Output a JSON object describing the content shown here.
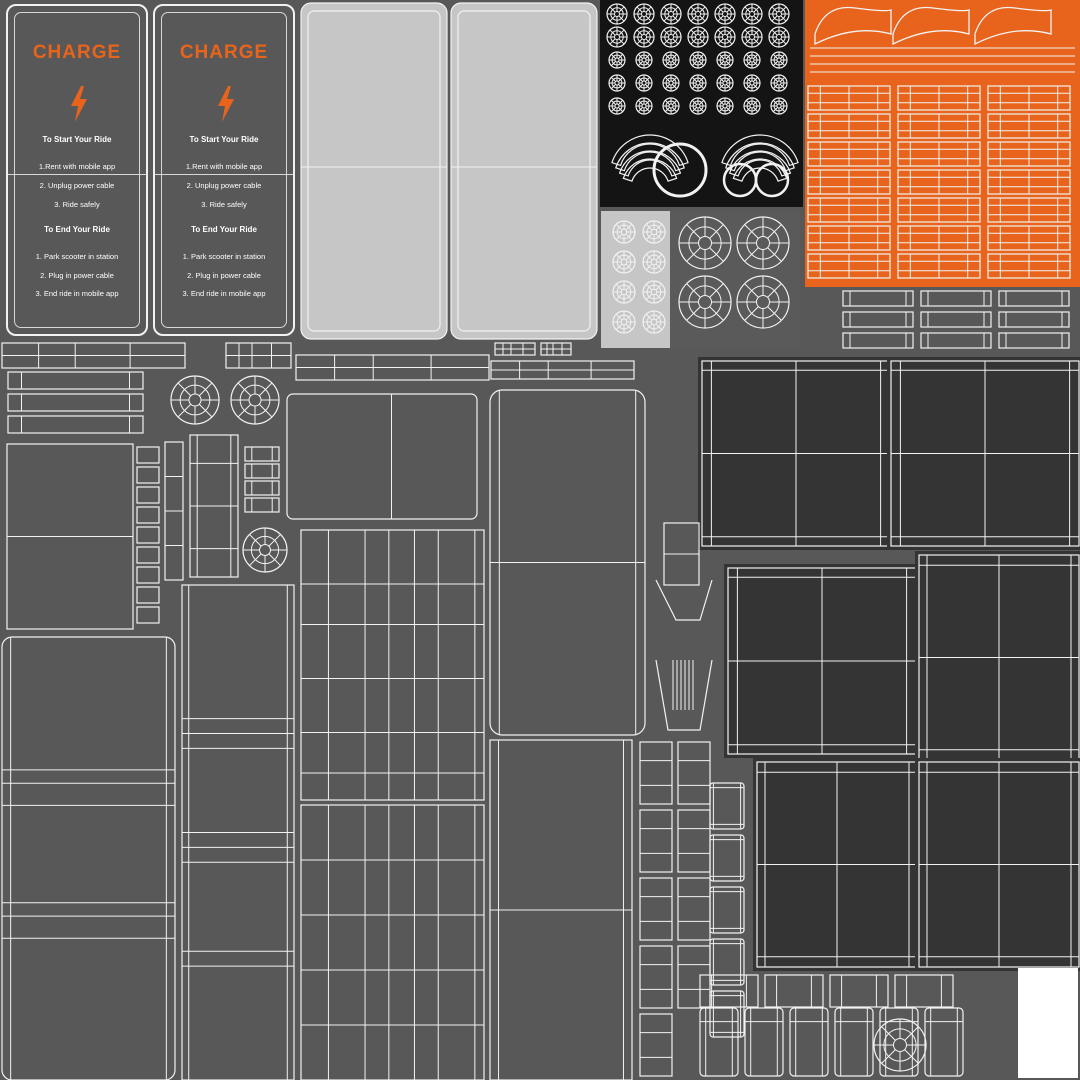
{
  "colors": {
    "background": "#585858",
    "wire": "#f2f2f2",
    "accent_orange": "#e8641c",
    "dark_block": "#343434",
    "light_block": "#c6c6c6",
    "black_block": "#141414"
  },
  "panels": [
    {
      "brand": "CHARGE",
      "icon": "lightning-bolt-icon",
      "start_heading": "To Start Your Ride",
      "start_steps": [
        "1.Rent with mobile app",
        "2. Unplug power cable",
        "3. Ride safely"
      ],
      "end_heading": "To End Your Ride",
      "end_steps": [
        "1. Park scooter in station",
        "2. Plug in power cable",
        "3. End ride in mobile app"
      ]
    },
    {
      "brand": "CHARGE",
      "icon": "lightning-bolt-icon",
      "start_heading": "To Start Your Ride",
      "start_steps": [
        "1.Rent with mobile app",
        "2. Unplug power cable",
        "3. Ride safely"
      ],
      "end_heading": "To End Your Ride",
      "end_steps": [
        "1. Park scooter in station",
        "2. Plug in power cable",
        "3. End ride in mobile app"
      ]
    }
  ]
}
